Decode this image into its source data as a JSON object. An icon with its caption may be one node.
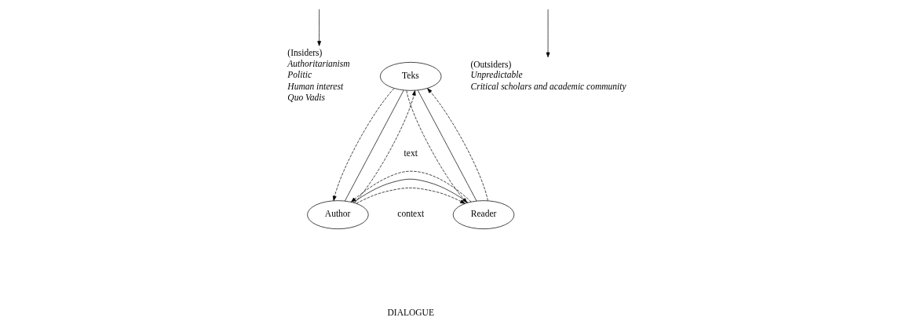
{
  "diagram": {
    "nodes": [
      {
        "text": [
          "Teks"
        ]
      },
      {
        "text": [
          "Author"
        ]
      },
      {
        "text": [
          "Reader"
        ]
      },
      {
        "text": [
          "(Insiders)",
          "Authoritarianism",
          "Politic",
          "Human interest",
          "Quo Vadis"
        ]
      },
      {
        "text": [
          "(Outsiders)",
          "Unpredictable",
          "Critical scholars and academic community"
        ]
      }
    ],
    "edges": [
      {
        "from": 0,
        "to": 1,
        "arrow": "to",
        "style": "dashed"
      },
      {
        "from": 1,
        "to": 0,
        "arrow": "none"
      },
      {
        "from": 1,
        "to": 0,
        "arrow": "to",
        "style": "dashed"
      },
      {
        "from": 0,
        "to": 2,
        "arrow": "to",
        "style": "dashed"
      },
      {
        "from": 2,
        "to": 0,
        "arrow": "none"
      },
      {
        "from": 2,
        "to": 0,
        "arrow": "to",
        "style": "dashed"
      },
      {
        "from": 1,
        "to": 2,
        "arrow": "to",
        "style": "dashed"
      },
      {
        "from": 1,
        "to": 2,
        "arrow": "none"
      },
      {
        "from": 2,
        "to": 1,
        "arrow": "to",
        "style": "dashed"
      },
      {
        "from": null,
        "to": 3,
        "arrow": "to"
      },
      {
        "from": null,
        "to": 4,
        "arrow": "to"
      }
    ],
    "labels": [
      "text",
      "context",
      "DIALOGUE"
    ]
  }
}
